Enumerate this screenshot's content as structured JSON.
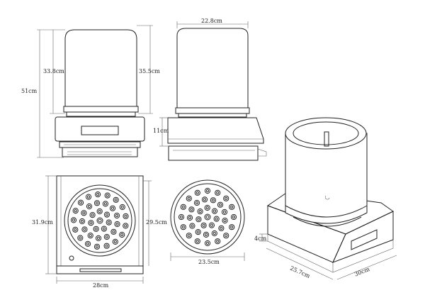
{
  "diagram": {
    "labels": {
      "front_cup_height": "33.8cm",
      "front_total_height": "51cm",
      "front_cup_outer_height": "35.5cm",
      "side_width": "22.8cm",
      "side_base_height": "11cm",
      "top_depth": "31.9cm",
      "top_width": "28cm",
      "top_inner_depth": "29.5cm",
      "grinder_diameter": "23.5cm",
      "iso_base_height": "4cm",
      "iso_depth": "25.7cm",
      "iso_width": "30cm"
    }
  }
}
